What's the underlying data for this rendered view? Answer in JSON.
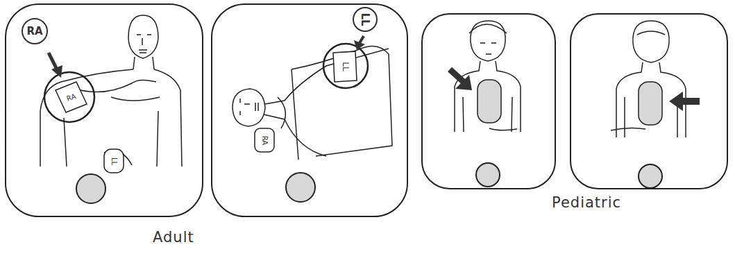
{
  "diagram": {
    "nodes": [
      {
        "text": [
          "RA"
        ]
      },
      {
        "text": [
          "LL"
        ]
      }
    ],
    "labels": [
      "RA",
      "LL",
      "LL",
      "RA",
      "Adult",
      "Pediatric"
    ]
  }
}
